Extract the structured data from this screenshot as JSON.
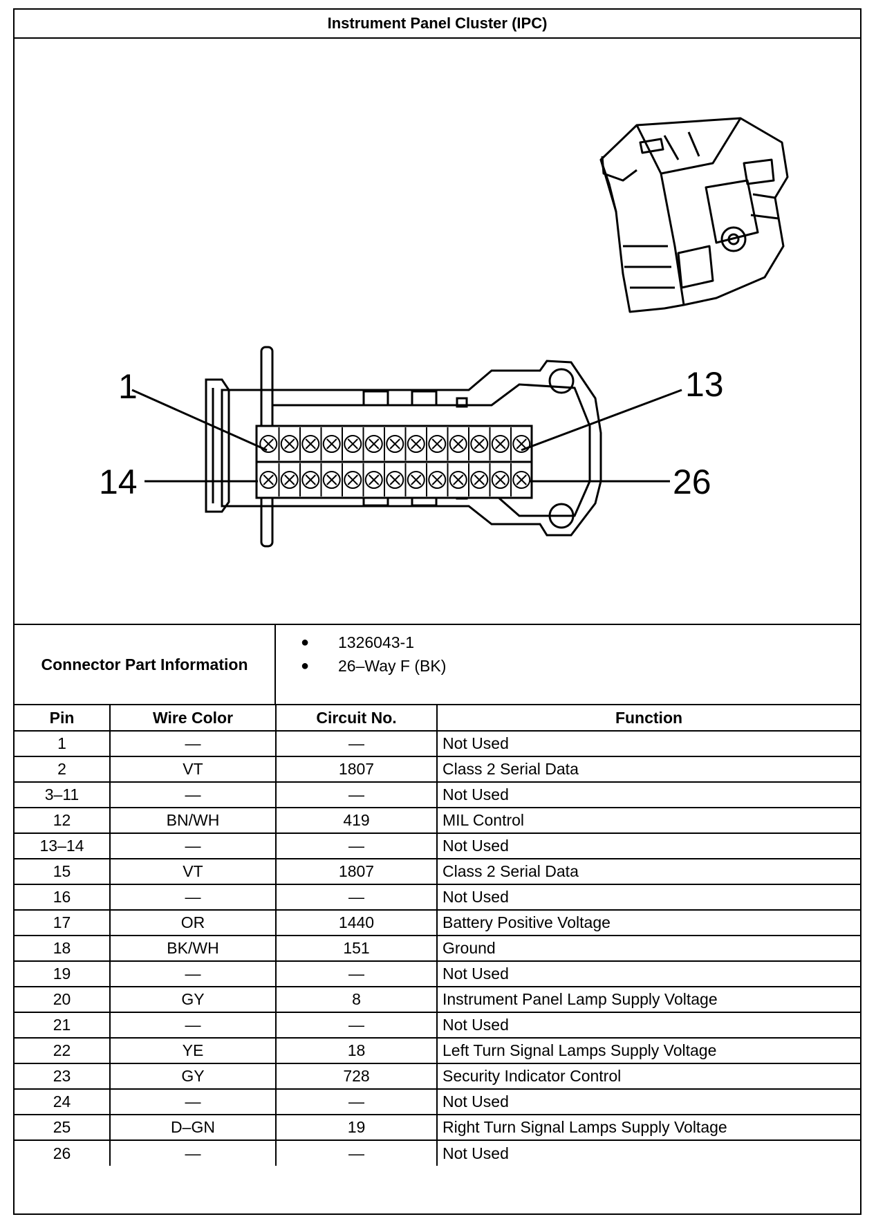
{
  "header": {
    "title": "Instrument Panel Cluster (IPC)"
  },
  "diagram": {
    "callouts": {
      "top_left": "1",
      "top_right": "13",
      "bottom_left": "14",
      "bottom_right": "26"
    }
  },
  "connector_info": {
    "label": "Connector Part Information",
    "items": [
      "1326043-1",
      "26–Way F (BK)"
    ]
  },
  "table": {
    "headers": {
      "pin": "Pin",
      "wire_color": "Wire Color",
      "circuit": "Circuit No.",
      "function": "Function"
    },
    "rows": [
      {
        "pin": "1",
        "wire": "—",
        "circuit": "—",
        "function": "Not Used"
      },
      {
        "pin": "2",
        "wire": "VT",
        "circuit": "1807",
        "function": "Class 2 Serial Data"
      },
      {
        "pin": "3–11",
        "wire": "—",
        "circuit": "—",
        "function": "Not Used"
      },
      {
        "pin": "12",
        "wire": "BN/WH",
        "circuit": "419",
        "function": "MIL Control"
      },
      {
        "pin": "13–14",
        "wire": "—",
        "circuit": "—",
        "function": "Not Used"
      },
      {
        "pin": "15",
        "wire": "VT",
        "circuit": "1807",
        "function": "Class 2 Serial Data"
      },
      {
        "pin": "16",
        "wire": "—",
        "circuit": "—",
        "function": "Not Used"
      },
      {
        "pin": "17",
        "wire": "OR",
        "circuit": "1440",
        "function": "Battery Positive Voltage"
      },
      {
        "pin": "18",
        "wire": "BK/WH",
        "circuit": "151",
        "function": "Ground"
      },
      {
        "pin": "19",
        "wire": "—",
        "circuit": "—",
        "function": "Not Used"
      },
      {
        "pin": "20",
        "wire": "GY",
        "circuit": "8",
        "function": "Instrument Panel Lamp Supply Voltage"
      },
      {
        "pin": "21",
        "wire": "—",
        "circuit": "—",
        "function": "Not Used"
      },
      {
        "pin": "22",
        "wire": "YE",
        "circuit": "18",
        "function": "Left Turn Signal Lamps Supply Voltage"
      },
      {
        "pin": "23",
        "wire": "GY",
        "circuit": "728",
        "function": "Security Indicator Control"
      },
      {
        "pin": "24",
        "wire": "—",
        "circuit": "—",
        "function": "Not Used"
      },
      {
        "pin": "25",
        "wire": "D–GN",
        "circuit": "19",
        "function": "Right Turn Signal Lamps Supply Voltage"
      },
      {
        "pin": "26",
        "wire": "—",
        "circuit": "—",
        "function": "Not Used"
      }
    ]
  }
}
